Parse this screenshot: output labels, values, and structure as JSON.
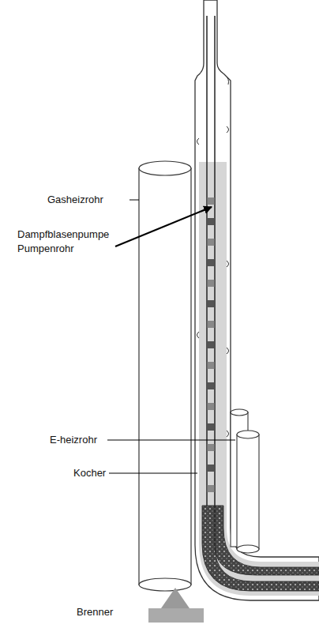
{
  "diagram": {
    "labels": [
      "Gasheizrohr",
      "Dampfblasenpumpe Pumpenrohr",
      "E-heizrohr",
      "Kocher",
      "Brenner"
    ]
  }
}
